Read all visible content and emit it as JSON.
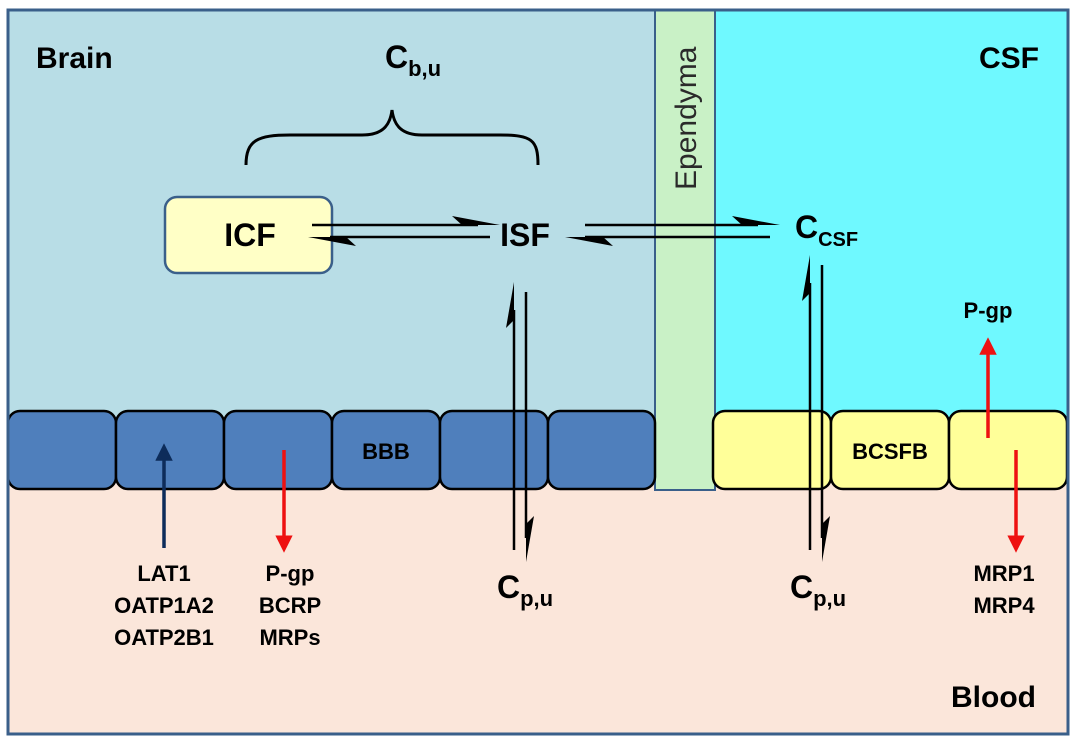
{
  "regions": {
    "brain": "Brain",
    "csf": "CSF",
    "blood": "Blood",
    "ependyma": "Ependyma"
  },
  "barriers": {
    "bbb": "BBB",
    "bcsfb": "BCSFB"
  },
  "compartments": {
    "icf": "ICF",
    "isf": "ISF",
    "c_b_u": {
      "base": "C",
      "sub": "b,u"
    },
    "c_csf": {
      "base": "C",
      "sub": "CSF"
    },
    "c_p_u_left": {
      "base": "C",
      "sub": "p,u"
    },
    "c_p_u_right": {
      "base": "C",
      "sub": "p,u"
    }
  },
  "transporters": {
    "influx": [
      "LAT1",
      "OATP1A2",
      "OATP2B1"
    ],
    "efflux_bbb": [
      "P-gp",
      "BCRP",
      "MRPs"
    ],
    "csf_side": "P-gp",
    "blood_side": [
      "MRP1",
      "MRP4"
    ]
  },
  "colors": {
    "brain": "#b8dde6",
    "csf": "#6ff9ff",
    "blood": "#fbe6da",
    "ependyma": "#c9f1c6",
    "bbb_cell": "#4f7fbc",
    "bcsfb_cell": "#ffff99",
    "icf_box": "#ffffc6",
    "border": "#3a5f8a",
    "red_arrow": "#ee1111",
    "navy_arrow": "#0d2c5a"
  }
}
